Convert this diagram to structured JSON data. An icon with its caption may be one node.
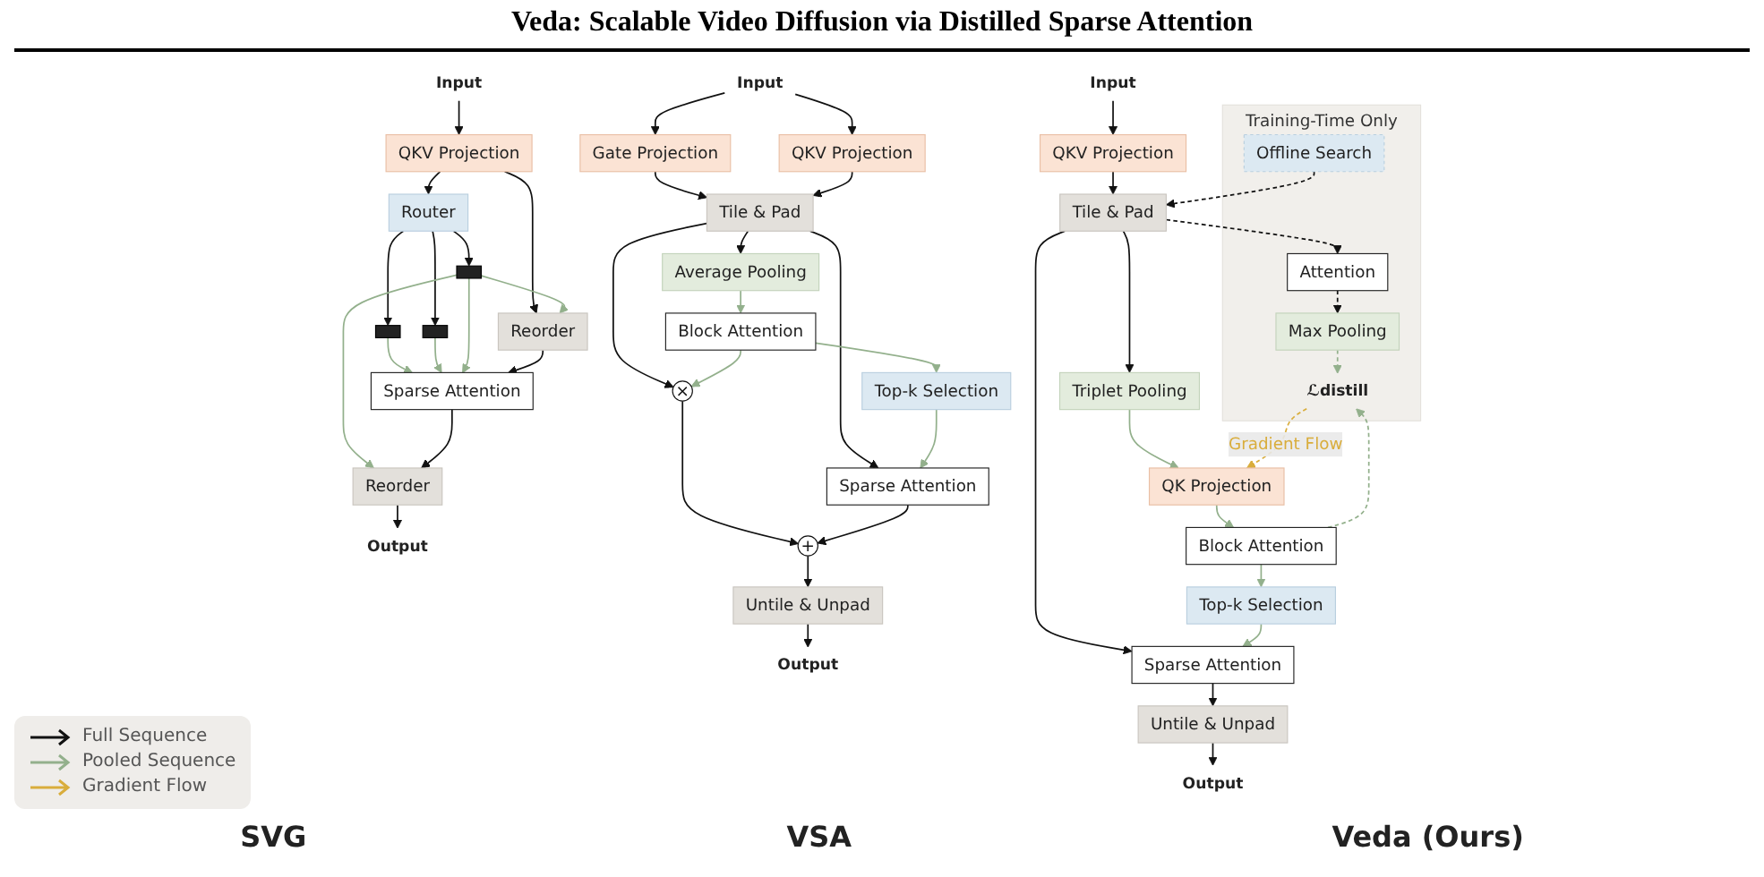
{
  "diagram": {
    "title": "Veda: Scalable Video Diffusion via Distilled Sparse Attention",
    "nodes": [
      {
        "text": [
          "Input"
        ]
      },
      {
        "text": [
          "QKV Projection"
        ]
      },
      {
        "text": [
          "Router"
        ]
      },
      {
        "text": [],
        "shape": "box"
      },
      {
        "text": [],
        "shape": "box"
      },
      {
        "text": [],
        "shape": "box"
      },
      {
        "text": [
          "Reorder"
        ]
      },
      {
        "text": [
          "Sparse Attention"
        ]
      },
      {
        "text": [
          "Reorder"
        ]
      },
      {
        "text": [
          "Output"
        ]
      },
      {
        "text": [
          "Input"
        ]
      },
      {
        "text": [
          "Gate Projection"
        ]
      },
      {
        "text": [
          "QKV Projection"
        ]
      },
      {
        "text": [
          "Tile & Pad"
        ]
      },
      {
        "text": [
          "Average Pooling"
        ]
      },
      {
        "text": [
          "×"
        ]
      },
      {
        "text": [
          "Block Attention"
        ]
      },
      {
        "text": [
          "Top-k Selection"
        ]
      },
      {
        "text": [
          "Sparse Attention"
        ]
      },
      {
        "text": [
          "+"
        ]
      },
      {
        "text": [
          "Untile & Unpad"
        ]
      },
      {
        "text": [
          "Output"
        ]
      },
      {
        "text": [
          "Input"
        ]
      },
      {
        "text": [
          "QKV Projection"
        ]
      },
      {
        "text": [
          "Training-Time Only"
        ]
      },
      {
        "text": [
          "Offline Search"
        ],
        "in": 24
      },
      {
        "text": [
          "Tile & Pad"
        ]
      },
      {
        "text": [
          "Attention"
        ],
        "in": 24
      },
      {
        "text": [
          "Triplet Pooling"
        ]
      },
      {
        "text": [
          "Max Pooling"
        ],
        "in": 24
      },
      {
        "text": [
          "QK Projection"
        ]
      },
      {
        "text": [
          "ℒdistill"
        ],
        "in": 24
      },
      {
        "text": [
          "Block Attention"
        ]
      },
      {
        "text": [
          "Top-k Selection"
        ]
      },
      {
        "text": [
          "Sparse Attention"
        ]
      },
      {
        "text": [
          "Untile & Unpad"
        ]
      },
      {
        "text": [
          "Output"
        ]
      }
    ],
    "edges": [
      {
        "from": 0,
        "to": 1,
        "arrow": "to"
      },
      {
        "from": 1,
        "to": 2,
        "arrow": "to"
      },
      {
        "from": 1,
        "to": 6,
        "arrow": "to"
      },
      {
        "from": 2,
        "to": 3,
        "arrow": "to"
      },
      {
        "from": 2,
        "to": 4,
        "arrow": "to"
      },
      {
        "from": 2,
        "to": 5,
        "arrow": "to"
      },
      {
        "from": 3,
        "to": 7,
        "arrow": "to",
        "color": "#93b08c"
      },
      {
        "from": 4,
        "to": 7,
        "arrow": "to",
        "color": "#93b08c"
      },
      {
        "from": 5,
        "to": 7,
        "arrow": "to",
        "color": "#93b08c"
      },
      {
        "from": 5,
        "to": 6,
        "arrow": "to",
        "color": "#93b08c"
      },
      {
        "from": 5,
        "to": 8,
        "arrow": "to",
        "color": "#93b08c"
      },
      {
        "from": 6,
        "to": 7,
        "arrow": "to"
      },
      {
        "from": 7,
        "to": 8,
        "arrow": "to"
      },
      {
        "from": 8,
        "to": 9,
        "arrow": "to"
      },
      {
        "from": 10,
        "to": 11,
        "arrow": "to"
      },
      {
        "from": 10,
        "to": 12,
        "arrow": "to"
      },
      {
        "from": 11,
        "to": 13,
        "arrow": "to"
      },
      {
        "from": 12,
        "to": 13,
        "arrow": "to"
      },
      {
        "from": 13,
        "to": 15,
        "arrow": "to"
      },
      {
        "from": 13,
        "to": 14,
        "arrow": "to"
      },
      {
        "from": 13,
        "to": 18,
        "arrow": "to"
      },
      {
        "from": 14,
        "to": 16,
        "arrow": "to",
        "color": "#93b08c"
      },
      {
        "from": 16,
        "to": 15,
        "arrow": "to",
        "color": "#93b08c"
      },
      {
        "from": 16,
        "to": 17,
        "arrow": "to",
        "color": "#93b08c"
      },
      {
        "from": 17,
        "to": 18,
        "arrow": "to",
        "color": "#93b08c"
      },
      {
        "from": 15,
        "to": 19,
        "arrow": "to"
      },
      {
        "from": 18,
        "to": 19,
        "arrow": "to"
      },
      {
        "from": 19,
        "to": 20,
        "arrow": "to"
      },
      {
        "from": 20,
        "to": 21,
        "arrow": "to"
      },
      {
        "from": 22,
        "to": 23,
        "arrow": "to"
      },
      {
        "from": 23,
        "to": 26,
        "arrow": "to"
      },
      {
        "from": 25,
        "to": 26,
        "arrow": "to",
        "style": "dashed"
      },
      {
        "from": 26,
        "to": 27,
        "arrow": "to",
        "style": "dashed"
      },
      {
        "from": 26,
        "to": 28,
        "arrow": "to"
      },
      {
        "from": 26,
        "to": 34,
        "arrow": "to"
      },
      {
        "from": 27,
        "to": 29,
        "arrow": "to",
        "style": "dashed"
      },
      {
        "from": 29,
        "to": 31,
        "arrow": "to",
        "style": "dashed",
        "color": "#93b08c"
      },
      {
        "from": 28,
        "to": 30,
        "arrow": "to",
        "color": "#93b08c"
      },
      {
        "from": 30,
        "to": 32,
        "arrow": "to",
        "color": "#93b08c"
      },
      {
        "from": 32,
        "to": 31,
        "arrow": "to",
        "style": "dashed",
        "color": "#93b08c"
      },
      {
        "from": 31,
        "to": 30,
        "arrow": "to",
        "style": "dashed",
        "color": "#d9ad3c",
        "label": "Gradient Flow"
      },
      {
        "from": 32,
        "to": 33,
        "arrow": "to",
        "color": "#93b08c"
      },
      {
        "from": 33,
        "to": 34,
        "arrow": "to",
        "color": "#93b08c"
      },
      {
        "from": 34,
        "to": 35,
        "arrow": "to"
      },
      {
        "from": 35,
        "to": 36,
        "arrow": "to"
      }
    ],
    "labels": [
      "SVG",
      "VSA",
      "Veda (Ours)"
    ],
    "legend": [
      {
        "text": "Full Sequence"
      },
      {
        "text": "Pooled Sequence"
      },
      {
        "text": "Gradient Flow"
      }
    ]
  }
}
